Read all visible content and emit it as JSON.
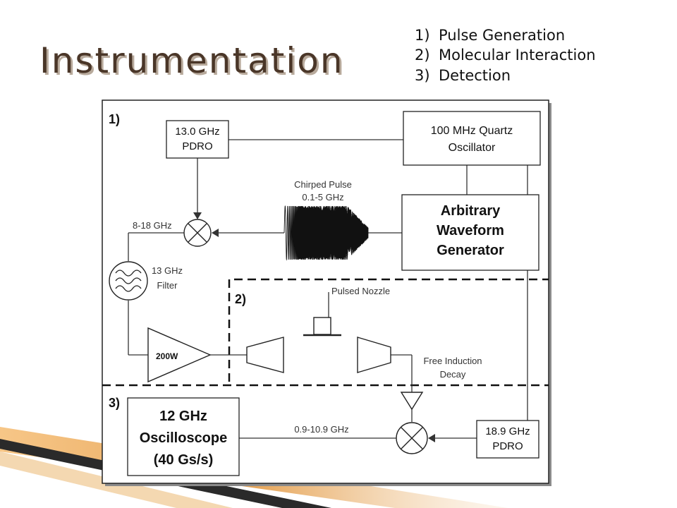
{
  "slide": {
    "title": "Instrumentation",
    "list": [
      {
        "num": "1)",
        "text": "Pulse Generation"
      },
      {
        "num": "2)",
        "text": "Molecular Interaction"
      },
      {
        "num": "3)",
        "text": "Detection"
      }
    ]
  },
  "diagram": {
    "sections": {
      "s1": "1)",
      "s2": "2)",
      "s3": "3)"
    },
    "pdro_13": {
      "line1": "13.0 GHz",
      "line2": "PDRO"
    },
    "quartz": {
      "line1": "100 MHz Quartz",
      "line2": "Oscillator"
    },
    "awg": {
      "line1": "Arbitrary",
      "line2": "Waveform",
      "line3": "Generator"
    },
    "chirp": {
      "line1": "Chirped Pulse",
      "line2": "0.1-5 GHz"
    },
    "band_label": "8-18 GHz",
    "filter": {
      "line1": "13 GHz",
      "line2": "Filter"
    },
    "amp_label": "200W",
    "nozzle_label": "Pulsed Nozzle",
    "fid": {
      "line1": "Free Induction",
      "line2": "Decay"
    },
    "scope": {
      "line1": "12 GHz",
      "line2": "Oscilloscope",
      "line3": "(40 Gs/s)"
    },
    "downmix_label": "0.9-10.9 GHz",
    "pdro_18": {
      "line1": "18.9 GHz",
      "line2": "PDRO"
    }
  },
  "colors": {
    "title": "#4a3628",
    "accent_stripe": "#e8a04a",
    "stripe_dark": "#1a1a1a"
  }
}
